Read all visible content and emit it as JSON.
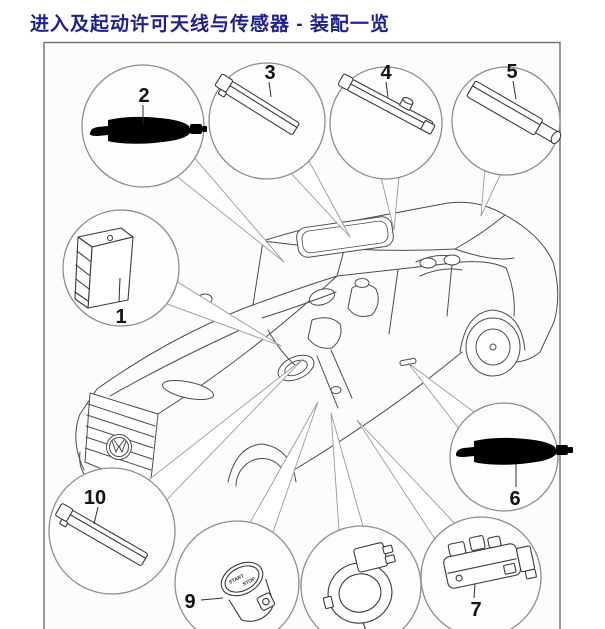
{
  "header": {
    "title": "进入及起动许可天线与传感器 - 装配一览"
  },
  "diagram": {
    "callouts": [
      {
        "label": "1",
        "component": "control-module"
      },
      {
        "label": "2",
        "component": "door-handle"
      },
      {
        "label": "3",
        "component": "antenna"
      },
      {
        "label": "4",
        "component": "antenna"
      },
      {
        "label": "5",
        "component": "antenna"
      },
      {
        "label": "6",
        "component": "door-handle"
      },
      {
        "label": "7",
        "component": "ignition-starter-switch"
      },
      {
        "label": "",
        "component": "reader-coil-ring"
      },
      {
        "label": "9",
        "component": "start-stop-button"
      },
      {
        "label": "10",
        "component": "antenna"
      }
    ],
    "start_stop_button": {
      "top": "START",
      "bottom": "STOP"
    }
  },
  "colors": {
    "title": "#1f1f8f",
    "frame_stroke": "#6e6e6e",
    "bubble_stroke": "#8d8d8d",
    "car_line": "#4d4d4d",
    "component_line": "#3a3a3a"
  }
}
